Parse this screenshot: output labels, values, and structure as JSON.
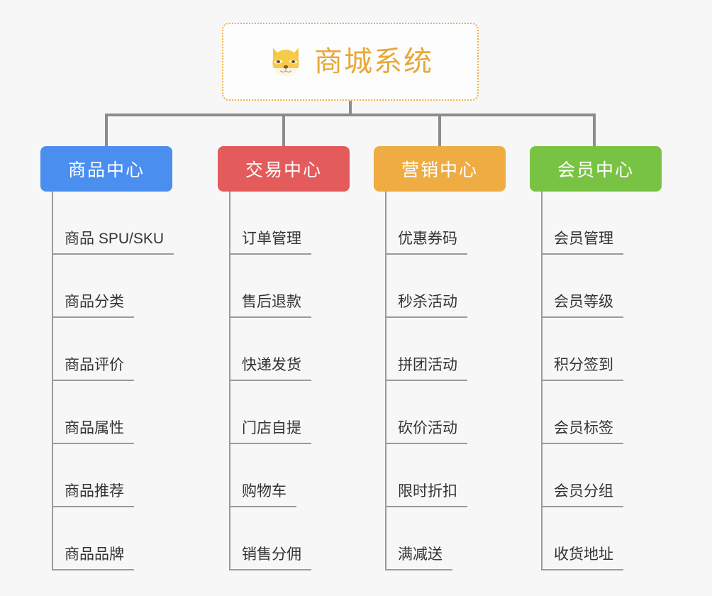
{
  "page": {
    "background_color": "#f7f7f7",
    "line_color": "#8c8c8c",
    "leaf_line_color": "#9a9a9a"
  },
  "root": {
    "title": "商城系统",
    "icon": "dog-face-emoji",
    "border_color": "#f0b040",
    "title_color": "#e8a838"
  },
  "columns": [
    {
      "header": "商品中心",
      "color": "#4a8ef0",
      "items": [
        "商品 SPU/SKU",
        "商品分类",
        "商品评价",
        "商品属性",
        "商品推荐",
        "商品品牌"
      ]
    },
    {
      "header": "交易中心",
      "color": "#e35b5b",
      "items": [
        "订单管理",
        "售后退款",
        "快递发货",
        "门店自提",
        "购物车",
        "销售分佣"
      ]
    },
    {
      "header": "营销中心",
      "color": "#eeac43",
      "items": [
        "优惠券码",
        "秒杀活动",
        "拼团活动",
        "砍价活动",
        "限时折扣",
        "满减送"
      ]
    },
    {
      "header": "会员中心",
      "color": "#79c344",
      "items": [
        "会员管理",
        "会员等级",
        "积分签到",
        "会员标签",
        "会员分组",
        "收货地址"
      ]
    }
  ]
}
